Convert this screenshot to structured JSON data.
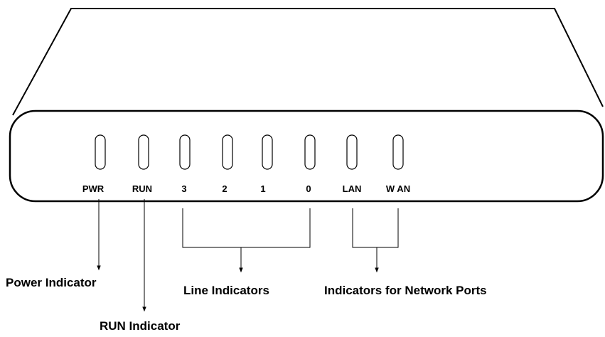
{
  "leds": [
    {
      "label": "PWR"
    },
    {
      "label": "RUN"
    },
    {
      "label": "3"
    },
    {
      "label": "2"
    },
    {
      "label": "1"
    },
    {
      "label": "0"
    },
    {
      "label": "LAN"
    },
    {
      "label": "W AN"
    }
  ],
  "callouts": {
    "power": "Power Indicator",
    "run": "RUN Indicator",
    "line": "Line Indicators",
    "network": "Indicators for Network Ports"
  },
  "colors": {
    "stroke": "#000000",
    "background": "#ffffff"
  }
}
